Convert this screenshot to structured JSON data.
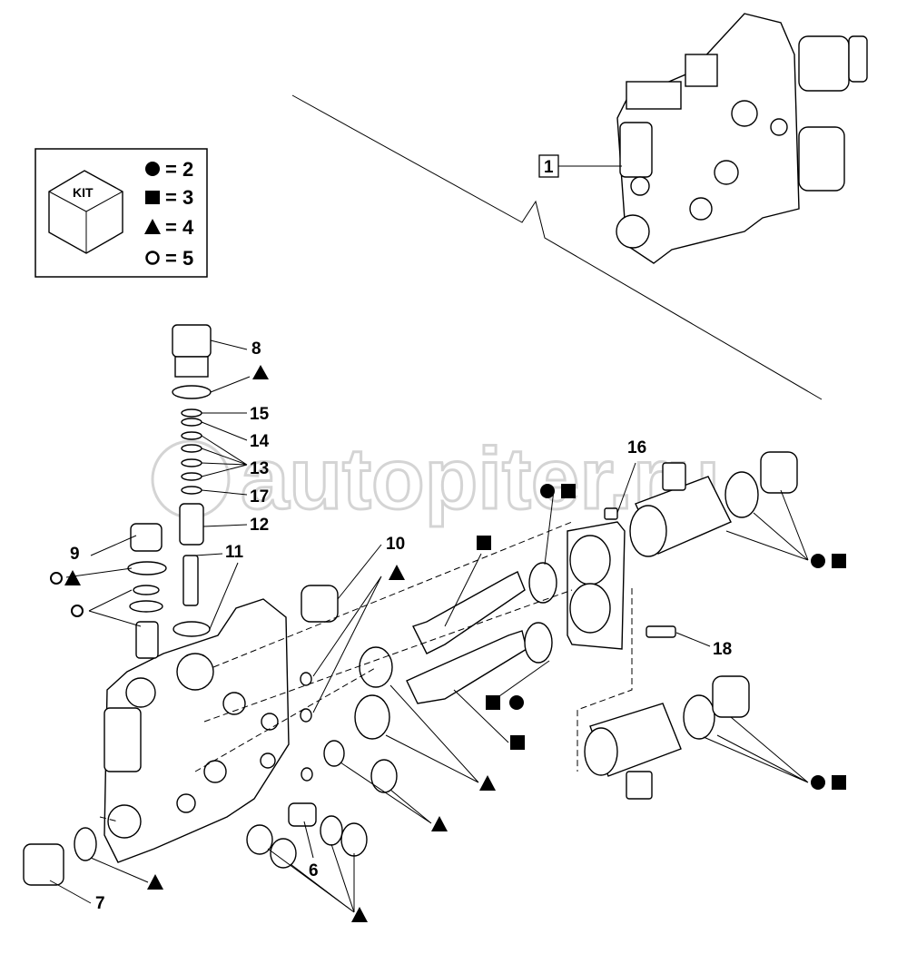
{
  "legend": {
    "kit_label": "KIT",
    "entries": [
      {
        "symbol": "filled-circle",
        "text": "= 2"
      },
      {
        "symbol": "filled-square",
        "text": "= 3"
      },
      {
        "symbol": "filled-triangle",
        "text": "= 4"
      },
      {
        "symbol": "open-circle",
        "text": "= 5"
      }
    ]
  },
  "watermark": "autopiter.ru",
  "callouts": {
    "p1": "1",
    "p6": "6",
    "p7": "7",
    "p8": "8",
    "p9": "9",
    "p10": "10",
    "p11": "11",
    "p12": "12",
    "p13": "13",
    "p14": "14",
    "p15": "15",
    "p16": "16",
    "p17": "17",
    "p18": "18"
  }
}
